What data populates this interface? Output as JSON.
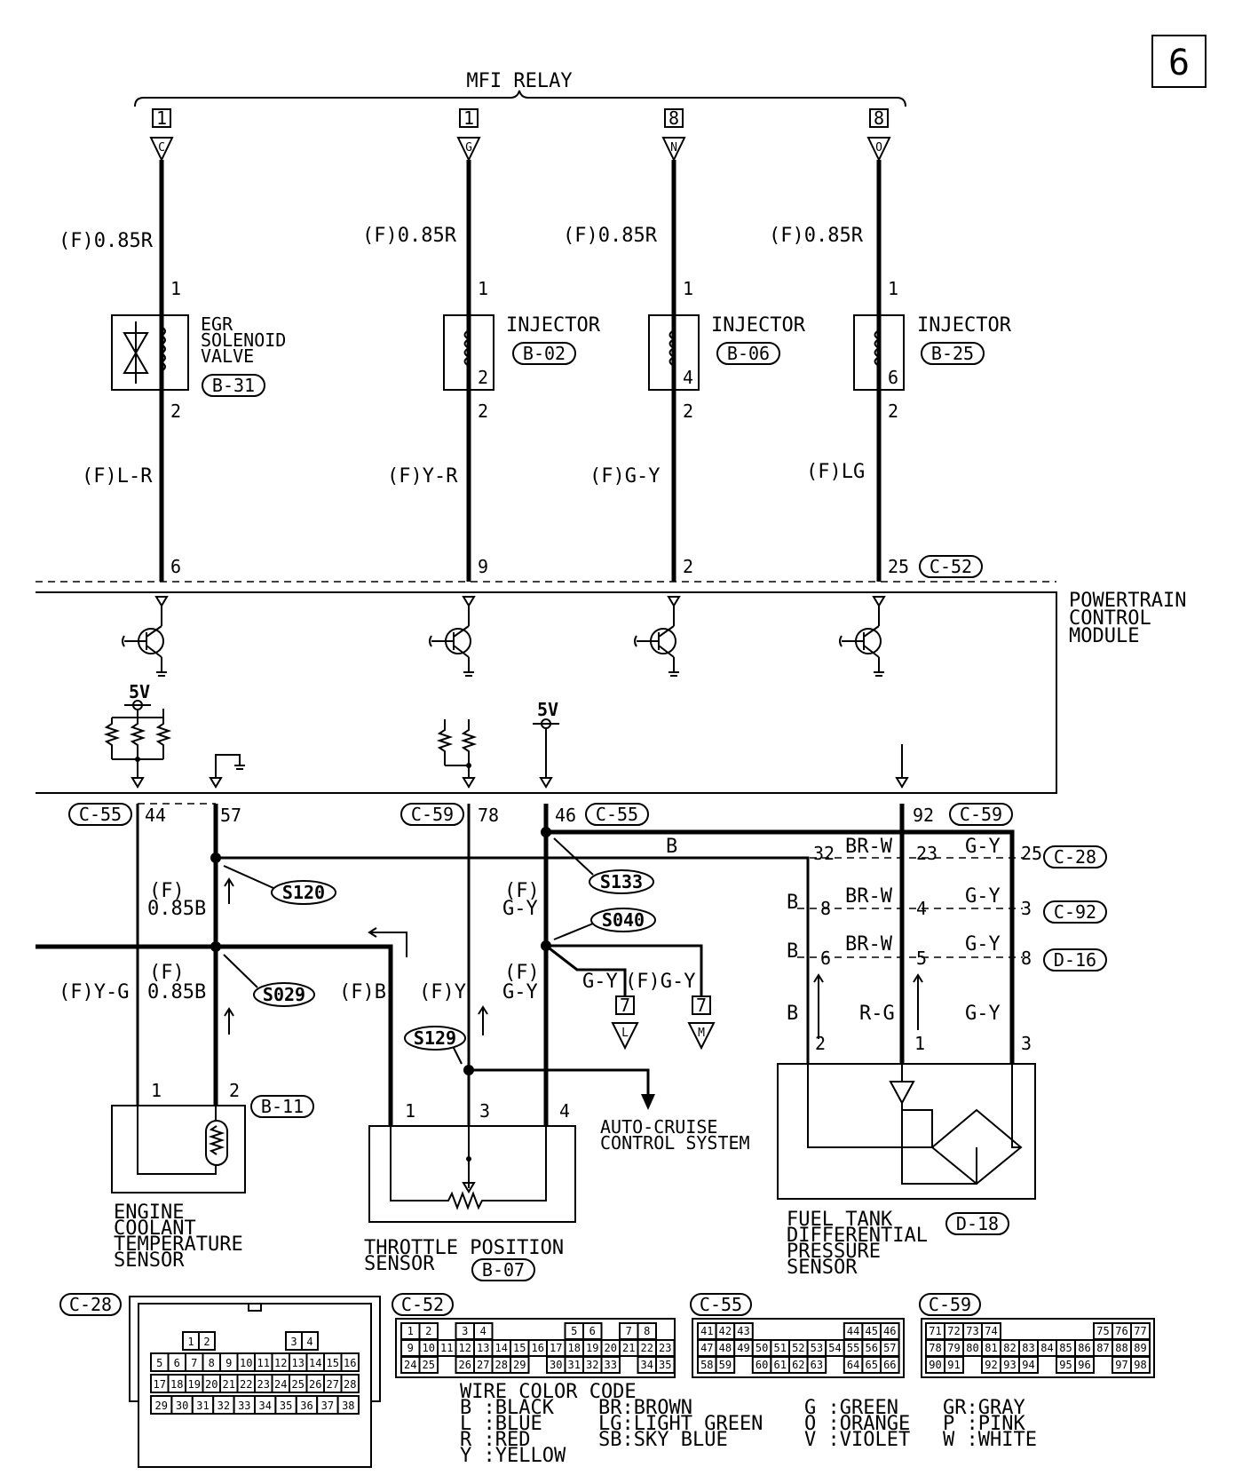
{
  "page_number": "6",
  "mfi_relay": {
    "label": "MFI RELAY",
    "terminals": [
      {
        "conn": "1",
        "pin": "C"
      },
      {
        "conn": "1",
        "pin": "G"
      },
      {
        "conn": "8",
        "pin": "N"
      },
      {
        "conn": "8",
        "pin": "O"
      }
    ]
  },
  "upper_wires": [
    "(F)0.85R",
    "(F)0.85R",
    "(F)0.85R",
    "(F)0.85R"
  ],
  "lower_wires": [
    "(F)L-R",
    "(F)Y-R",
    "(F)G-Y",
    "(F)LG"
  ],
  "components": {
    "egr": {
      "line1": "EGR",
      "line2": "SOLENOID",
      "line3": "VALVE",
      "conn": "B-31",
      "pin_top": "1",
      "pin_bottom": "2"
    },
    "injectors": [
      {
        "label": "INJECTOR",
        "conn": "B-02",
        "num": "2",
        "pin_top": "1",
        "pin_bottom": "2"
      },
      {
        "label": "INJECTOR",
        "conn": "B-06",
        "num": "4",
        "pin_top": "1",
        "pin_bottom": "2"
      },
      {
        "label": "INJECTOR",
        "conn": "B-25",
        "num": "6",
        "pin_top": "1",
        "pin_bottom": "2"
      }
    ]
  },
  "pcm": {
    "line1": "POWERTRAIN",
    "line2": "CONTROL",
    "line3": "MODULE",
    "top_pins": [
      "6",
      "9",
      "2",
      "25"
    ],
    "top_conn": "C-52",
    "v5_a": "5V",
    "v5_b": "5V",
    "bottom_pins": {
      "p44": "44",
      "p57": "57",
      "p78": "78",
      "p46": "46",
      "p92": "92"
    },
    "bottom_conns": {
      "left": "C-55",
      "mid": "C-59",
      "mid2": "C-55",
      "right": "C-59"
    }
  },
  "lower": {
    "f_085b_1a": "(F)",
    "f_085b_1b": "0.85B",
    "f_085b_2a": "(F)",
    "f_085b_2b": "0.85B",
    "f_yg": "(F)Y-G",
    "f_b": "(F)B",
    "f_y": "(F)Y",
    "f_gy_1a": "(F)",
    "f_gy_1b": "G-Y",
    "f_gy_2a": "(F)",
    "f_gy_2b": "G-Y",
    "gy": "G-Y",
    "f_gy_3": "(F)G-Y",
    "b_top": "B",
    "splices": [
      "S120",
      "S029",
      "S133",
      "S040",
      "S129"
    ],
    "offpage": [
      {
        "num": "7",
        "letter": "L"
      },
      {
        "num": "7",
        "letter": "M"
      }
    ],
    "auto_cruise_1": "AUTO-CRUISE",
    "auto_cruise_2": "CONTROL SYSTEM"
  },
  "ftdps_wiring": {
    "rows": [
      {
        "left": "32",
        "mid": "23",
        "right": "25",
        "conn": "C-28",
        "w1": "BR-W",
        "w2": "G-Y"
      },
      {
        "left": "8",
        "mid": "4",
        "right": "3",
        "conn": "C-92",
        "w1": "BR-W",
        "w2": "G-Y"
      },
      {
        "left": "6",
        "mid": "5",
        "right": "8",
        "conn": "D-16",
        "w1": "BR-W",
        "w2": "G-Y"
      }
    ],
    "b_labels": [
      "B",
      "B",
      "B"
    ],
    "bottom": {
      "b": "B",
      "rg": "R-G",
      "gy": "G-Y",
      "p1": "2",
      "p2": "1",
      "p3": "3"
    }
  },
  "sensors": {
    "ect": {
      "line1": "ENGINE",
      "line2": "COOLANT",
      "line3": "TEMPERATURE",
      "line4": "SENSOR",
      "conn": "B-11",
      "pin1": "1",
      "pin2": "2"
    },
    "tps": {
      "line1": "THROTTLE POSITION",
      "line2": "SENSOR",
      "conn": "B-07",
      "pin1": "1",
      "pin2": "3",
      "pin3": "4"
    },
    "ftdps": {
      "line1": "FUEL TANK",
      "line2": "DIFFERENTIAL",
      "line3": "PRESSURE",
      "line4": "SENSOR",
      "conn": "D-18"
    }
  },
  "connectors": {
    "c28": {
      "label": "C-28",
      "rows": [
        [
          "1",
          "2",
          "",
          "3",
          "4"
        ],
        [
          "5",
          "6",
          "7",
          "8",
          "9",
          "10",
          "11",
          "12",
          "13",
          "14",
          "15",
          "16"
        ],
        [
          "17",
          "18",
          "19",
          "20",
          "21",
          "22",
          "23",
          "24",
          "25",
          "26",
          "27",
          "28"
        ],
        [
          "29",
          "30",
          "31",
          "32",
          "33",
          "34",
          "35",
          "36",
          "37",
          "38"
        ]
      ]
    },
    "c52": {
      "label": "C-52",
      "row1": [
        "1",
        "2",
        "",
        "3",
        "4",
        "",
        "",
        "",
        "",
        "5",
        "6",
        "",
        "7",
        "8"
      ],
      "row2": [
        "9",
        "10",
        "11",
        "12",
        "13",
        "14",
        "15",
        "16",
        "17",
        "18",
        "19",
        "20",
        "21",
        "22",
        "23"
      ],
      "row3": [
        "24",
        "25",
        "",
        "26",
        "27",
        "28",
        "29",
        "",
        "30",
        "31",
        "32",
        "33",
        "",
        "34",
        "35"
      ]
    },
    "c55": {
      "label": "C-55",
      "row1": [
        "41",
        "42",
        "43",
        "",
        "",
        "",
        "",
        "",
        "44",
        "45",
        "46"
      ],
      "row2": [
        "47",
        "48",
        "49",
        "50",
        "51",
        "52",
        "53",
        "54",
        "55",
        "56",
        "57"
      ],
      "row3": [
        "58",
        "59",
        "",
        "60",
        "61",
        "62",
        "63",
        "",
        "64",
        "65",
        "66"
      ]
    },
    "c59": {
      "label": "C-59",
      "row1": [
        "71",
        "72",
        "73",
        "74",
        "",
        "",
        "",
        "",
        "",
        "75",
        "76",
        "77"
      ],
      "row2": [
        "78",
        "79",
        "80",
        "81",
        "82",
        "83",
        "84",
        "85",
        "86",
        "87",
        "88",
        "89"
      ],
      "row3": [
        "90",
        "91",
        "",
        "92",
        "93",
        "94",
        "",
        "95",
        "96",
        "",
        "97",
        "98"
      ]
    }
  },
  "wire_color_code": {
    "title": "WIRE COLOR CODE",
    "col1": [
      "B :BLACK",
      "L :BLUE",
      "R :RED",
      "Y :YELLOW"
    ],
    "col2": [
      "BR:BROWN",
      "LG:LIGHT GREEN",
      "SB:SKY BLUE"
    ],
    "col3": [
      "G :GREEN",
      "O :ORANGE",
      "V :VIOLET"
    ],
    "col4": [
      "GR:GRAY",
      "P :PINK",
      "W :WHITE"
    ]
  }
}
